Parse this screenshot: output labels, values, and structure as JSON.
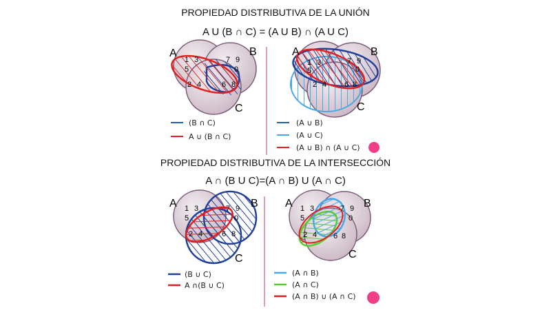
{
  "union": {
    "title": "PROPIEDAD DISTRIBUTIVA DE LA UNIÓN",
    "formula": "A U (B ∩ C) = (A U B) ∩ (A U C)",
    "left_legend": [
      "(B ∩ C)",
      "A ∪ (B ∩ C)"
    ],
    "right_legend": [
      "(A ∪ B)",
      "(A ∪ C)",
      "(A ∪ B) ∩ (A ∪ C)"
    ]
  },
  "intersection": {
    "title": "PROPIEDAD DISTRIBUTIVA DE LA INTERSECCIÓN",
    "formula": "A ∩ (B U C)=(A ∩ B) U (A ∩ C)",
    "left_legend": [
      "(B ∪ C)",
      "A ∩(B ∪ C)"
    ],
    "right_legend": [
      "(A ∩ B)",
      "(A ∩ C)",
      "(A ∩ B) ∪ (A ∩ C)"
    ]
  },
  "sets": {
    "a": "A",
    "b": "B",
    "c": "C"
  },
  "elements": {
    "a1": "1",
    "a3": "3",
    "a5": "5",
    "b7": "7",
    "b9": "9",
    "b0": "0",
    "c2": "2",
    "c4": "4",
    "c6": "6",
    "c8": "8"
  },
  "colors": {
    "dark_blue": "#1f3f9a",
    "light_blue": "#4aa8e8",
    "red": "#e02020",
    "green": "#55cc33",
    "pink_divider": "#e07aa6",
    "dot": "#ee3f87"
  }
}
